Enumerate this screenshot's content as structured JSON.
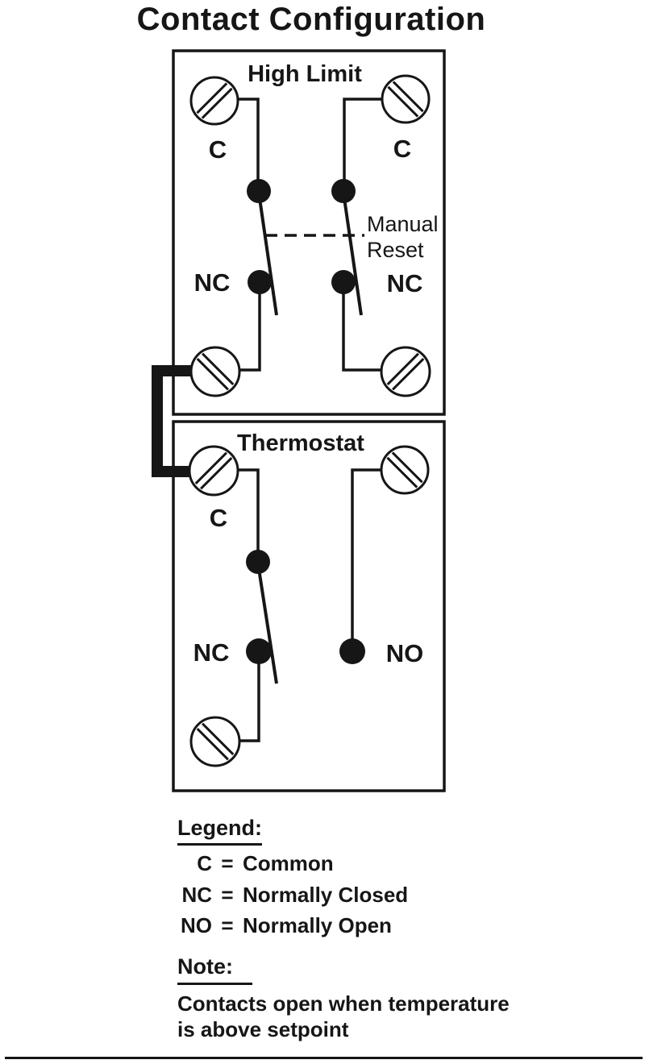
{
  "title": "Contact Configuration",
  "colors": {
    "ink": "#161616",
    "paper": "#ffffff"
  },
  "diagram": {
    "high_limit": {
      "label": "High Limit",
      "left_common": "C",
      "right_common": "C",
      "left_nc": "NC",
      "right_nc": "NC",
      "manual_reset": {
        "line1": "Manual",
        "line2": "Reset"
      }
    },
    "thermostat": {
      "label": "Thermostat",
      "common": "C",
      "nc": "NC",
      "no": "NO"
    }
  },
  "legend": {
    "heading": "Legend:",
    "entries": [
      {
        "abbr": "C",
        "eq": "=",
        "meaning": "Common"
      },
      {
        "abbr": "NC",
        "eq": "=",
        "meaning": "Normally Closed"
      },
      {
        "abbr": "NO",
        "eq": "=",
        "meaning": "Normally Open"
      }
    ]
  },
  "note": {
    "heading": "Note:",
    "lines": {
      "line1": "Contacts open when temperature",
      "line2": "is above setpoint"
    }
  }
}
